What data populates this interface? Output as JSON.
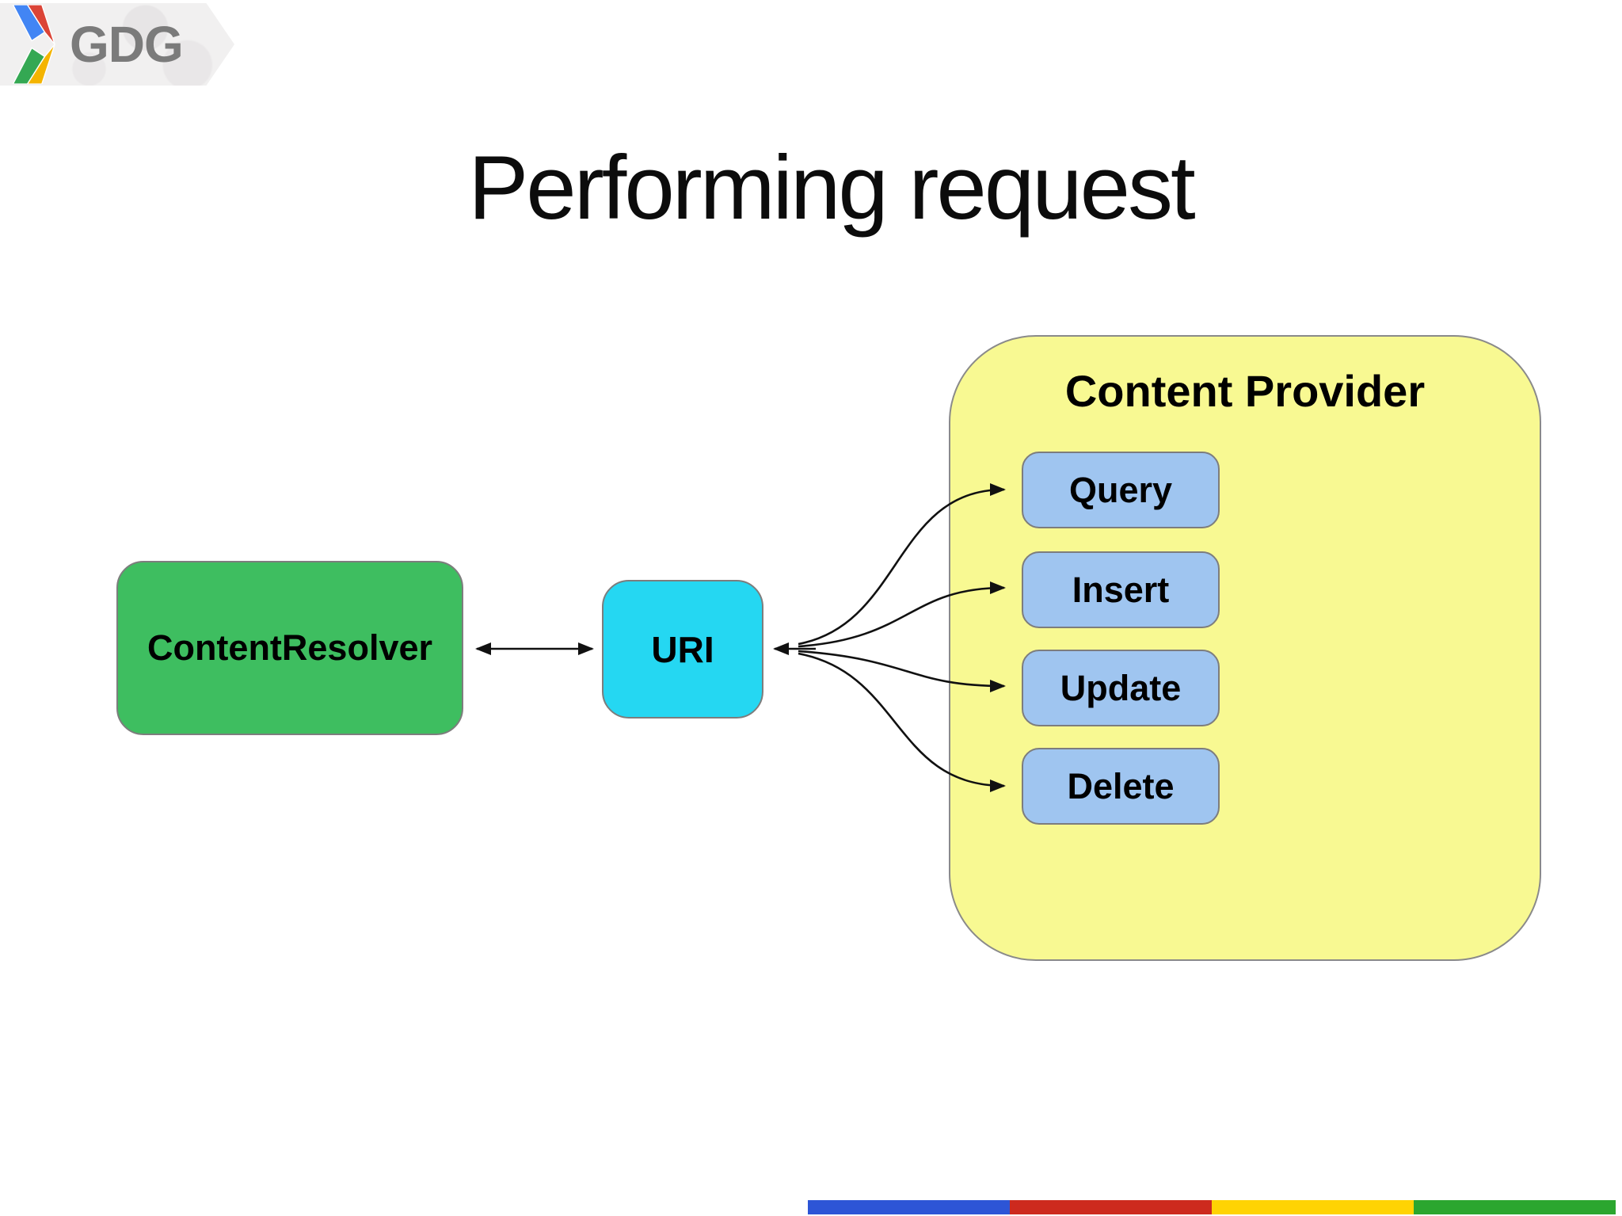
{
  "logo": {
    "text": "GDG"
  },
  "slide": {
    "title": "Performing request"
  },
  "diagram": {
    "resolver": {
      "label": "ContentResolver"
    },
    "uri": {
      "label": "URI"
    },
    "provider": {
      "title": "Content Provider",
      "operations": [
        {
          "label": "Query"
        },
        {
          "label": "Insert"
        },
        {
          "label": "Update"
        },
        {
          "label": "Delete"
        }
      ]
    }
  },
  "colors": {
    "green-box": "#3ebe60",
    "cyan-box": "#25d7f2",
    "yellow-box": "#f8f992",
    "blue-box": "#9fc5f0",
    "arrow": "#111111",
    "logo-blue": "#4285f4",
    "logo-red": "#db4437",
    "logo-green": "#34a853",
    "logo-yellow": "#f4b400"
  },
  "footer": {
    "segments": [
      {
        "name": "blue",
        "color": "#2d55d6"
      },
      {
        "name": "red",
        "color": "#cd2a1e"
      },
      {
        "name": "yellow",
        "color": "#ffd303"
      },
      {
        "name": "green",
        "color": "#2ba62f"
      }
    ]
  }
}
